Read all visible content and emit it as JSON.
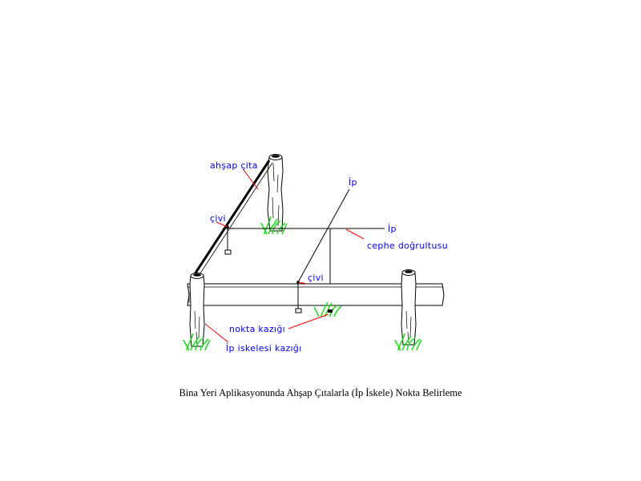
{
  "labels": {
    "ahsap_cita": "ahşap çita",
    "civi_upper": "çivi",
    "civi_lower": "çivi",
    "ip_top": "İp",
    "ip_right": "İp",
    "cephe_dogrultusu": "cephe doğrultusu",
    "nokta_kazigi": "nokta kazığı",
    "ip_iskelesi_kazigi": "İp iskelesi kazığı"
  },
  "caption": "Bina Yeri Aplikasyonunda Ahşap Çıtalarla (İp İskele) Nokta Belirleme",
  "colors": {
    "label_text": "#0000ff",
    "leader_lines": "#ff0000",
    "grass": "#22dd22",
    "lines": "#000000"
  }
}
